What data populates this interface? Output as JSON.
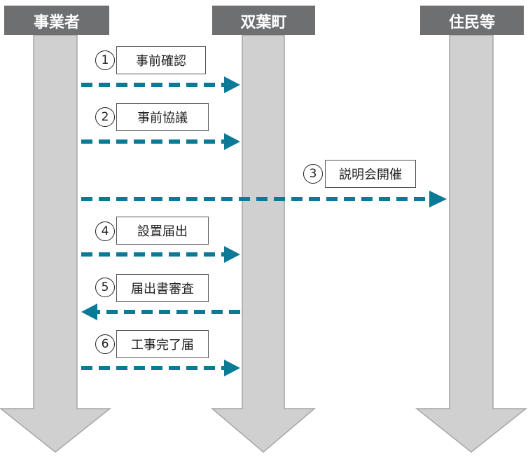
{
  "actors": [
    {
      "id": "operator",
      "label": "事業者"
    },
    {
      "id": "town",
      "label": "双葉町"
    },
    {
      "id": "residents",
      "label": "住民等"
    }
  ],
  "steps": [
    {
      "number": "1",
      "label": "事前確認",
      "from": "operator",
      "to": "town"
    },
    {
      "number": "2",
      "label": "事前協議",
      "from": "operator",
      "to": "town"
    },
    {
      "number": "3",
      "label": "説明会開催",
      "from": "operator",
      "to": "residents"
    },
    {
      "number": "4",
      "label": "設置届出",
      "from": "operator",
      "to": "town"
    },
    {
      "number": "5",
      "label": "届出書審査",
      "from": "town",
      "to": "operator"
    },
    {
      "number": "6",
      "label": "工事完了届",
      "from": "operator",
      "to": "town"
    }
  ],
  "colors": {
    "header_bg": "#6e6f71",
    "lane_fill": "#d0d0d0",
    "lane_stroke": "#a6a6a6",
    "arrow": "#0b7a96"
  }
}
